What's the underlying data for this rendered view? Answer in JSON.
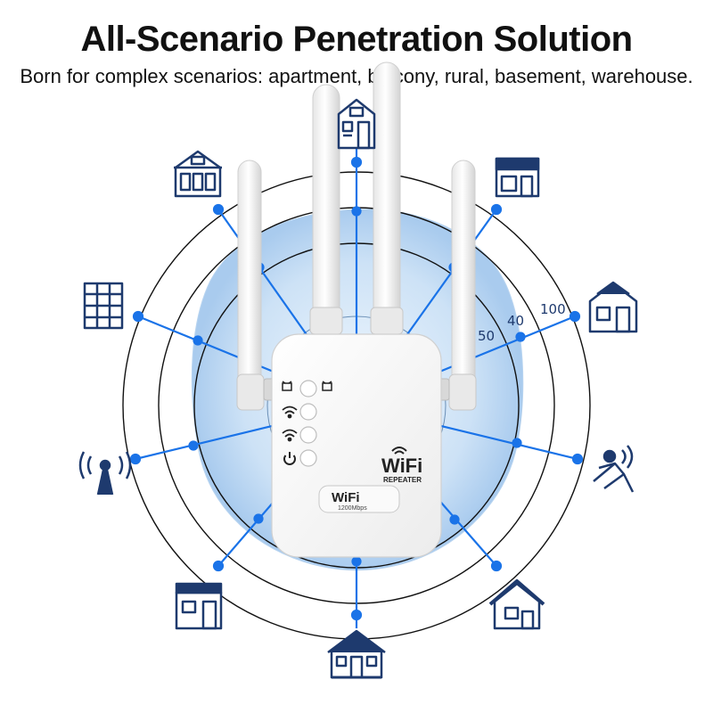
{
  "header": {
    "title": "All-Scenario Penetration Solution",
    "subtitle": "Born for complex scenarios: apartment, balcony, rural, basement, warehouse."
  },
  "radar": {
    "ring_labels": [
      "50",
      "40",
      "100"
    ]
  },
  "device": {
    "brand_label": "WiFi",
    "brand_sub": "REPEATER",
    "badge_label": "WiFi",
    "badge_speed": "1200Mbps",
    "indicators": [
      "link-icon",
      "wifi-icon",
      "wifi-icon",
      "power-icon"
    ]
  },
  "scenarios": [
    "apartment-house-icon",
    "city-building-icon",
    "office-building-icon",
    "signal-tower-icon",
    "storefront-icon",
    "townhouse-icon",
    "warehouse-icon",
    "home-icon",
    "worker-icon",
    "solar-house-icon",
    "shop-house-icon"
  ],
  "colors": {
    "accent": "#1a73e8",
    "icon": "#1e3a6e",
    "coverage": "#cfe3f7"
  }
}
